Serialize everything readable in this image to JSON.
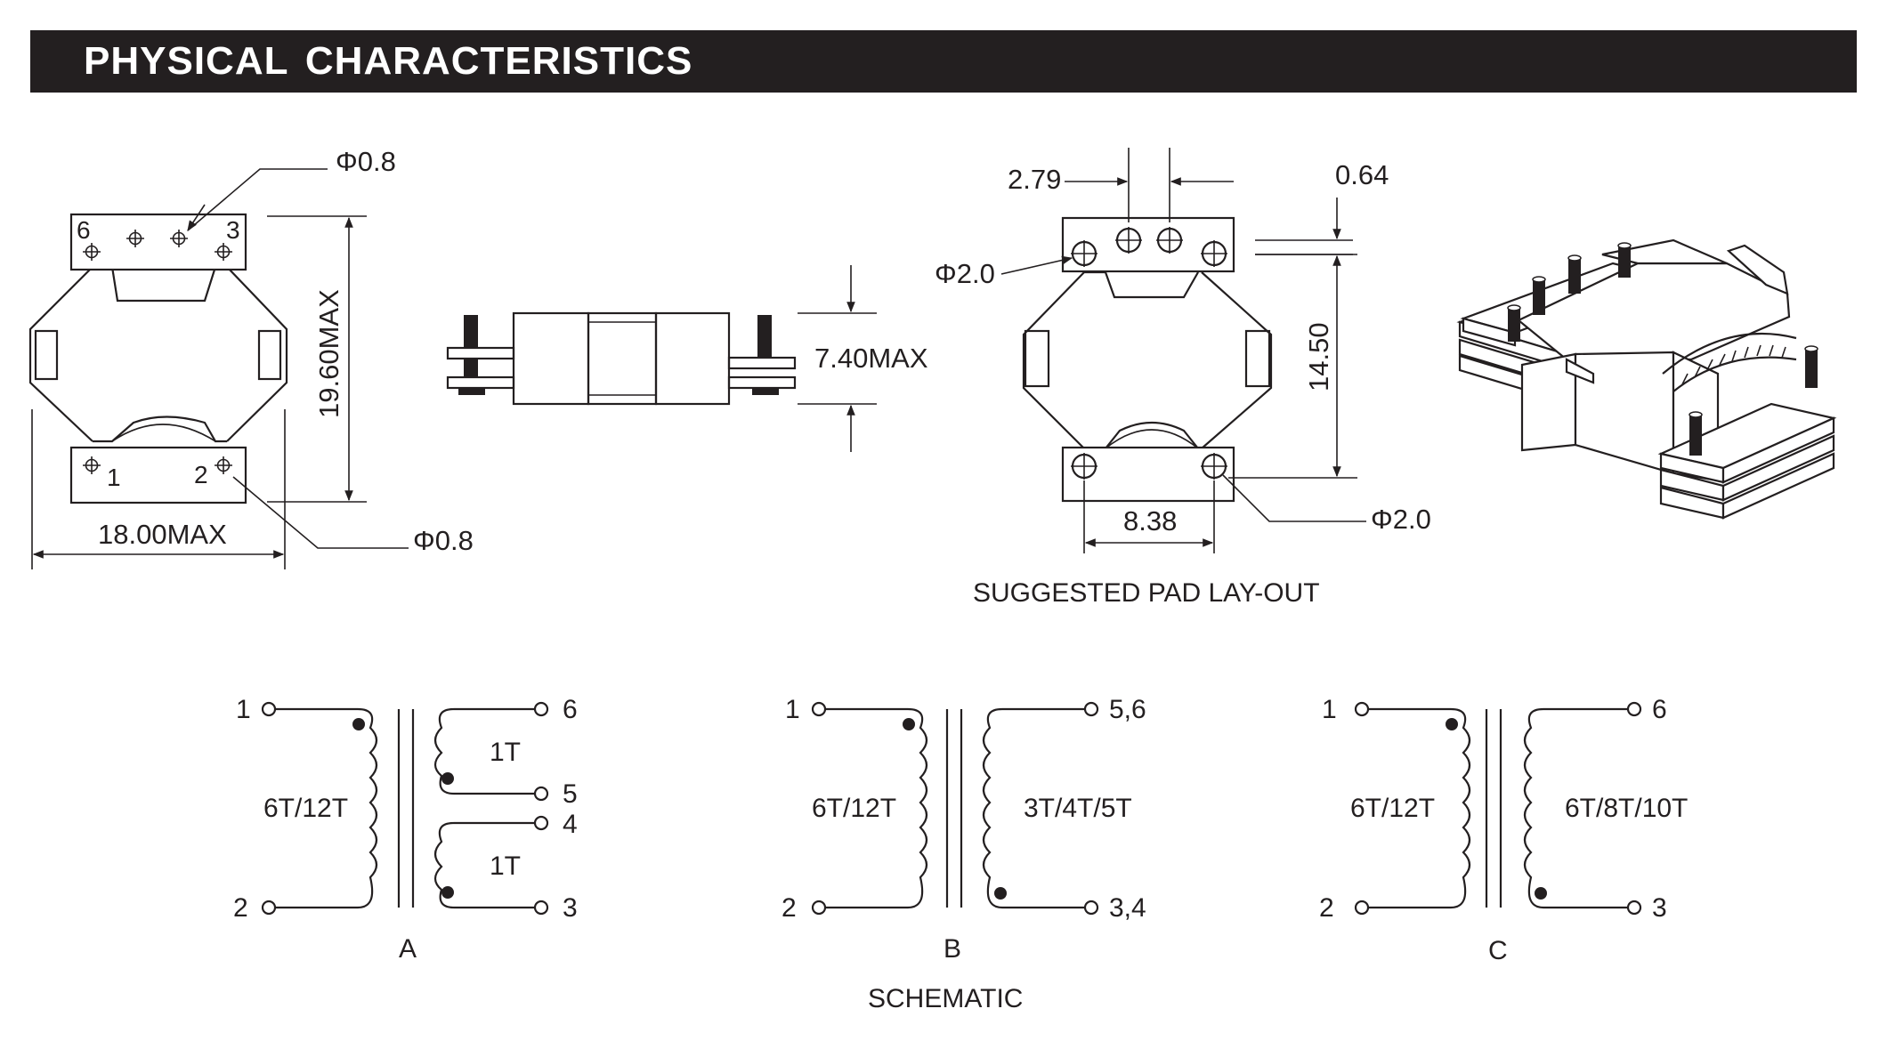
{
  "header": {
    "title": "PHYSICAL CHARACTERISTICS"
  },
  "top_view": {
    "pin_diameter_top": "Φ0.8",
    "pin_diameter_bottom": "Φ0.8",
    "height": "19.60MAX",
    "width": "18.00MAX",
    "pin_labels": {
      "p6": "6",
      "p3": "3",
      "p1": "1",
      "p2": "2"
    }
  },
  "side_view": {
    "height": "7.40MAX"
  },
  "pad_layout": {
    "pitch": "2.79",
    "gap": "0.64",
    "pad_diameter_left": "Φ2.0",
    "pad_diameter_right": "Φ2.0",
    "vertical_span": "14.50",
    "horizontal_span": "8.38",
    "caption": "SUGGESTED PAD LAY-OUT"
  },
  "schematics": {
    "caption": "SCHEMATIC",
    "a": {
      "label": "A",
      "primary_pins": [
        "1",
        "2"
      ],
      "primary_turns": "6T/12T",
      "secondary_pins": [
        "6",
        "5",
        "4",
        "3"
      ],
      "secondary_upper_turns": "1T",
      "secondary_lower_turns": "1T"
    },
    "b": {
      "label": "B",
      "primary_pins": [
        "1",
        "2"
      ],
      "primary_turns": "6T/12T",
      "secondary_pins": [
        "5,6",
        "3,4"
      ],
      "secondary_turns": "3T/4T/5T"
    },
    "c": {
      "label": "C",
      "primary_pins": [
        "1",
        "2"
      ],
      "primary_turns": "6T/12T",
      "secondary_pins": [
        "6",
        "3"
      ],
      "secondary_turns": "6T/8T/10T"
    }
  }
}
